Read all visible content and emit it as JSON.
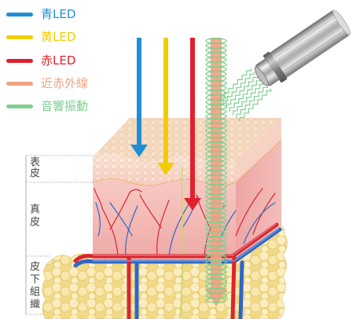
{
  "legend": [
    {
      "label": "青LED",
      "color": "#1e8fd6"
    },
    {
      "label": "黄LED",
      "color": "#f2cc00"
    },
    {
      "label": "赤LED",
      "color": "#e0202e"
    },
    {
      "label": "近赤外線",
      "color": "#f0a283"
    },
    {
      "label": "音響振動",
      "color": "#7fcf90"
    }
  ],
  "layers": {
    "epidermis": "表皮",
    "dermis": "真皮",
    "subcutis": "皮下組織"
  },
  "colors": {
    "artery": "#d8262f",
    "vein": "#2f66c6",
    "nerve": "#c9d66a"
  }
}
